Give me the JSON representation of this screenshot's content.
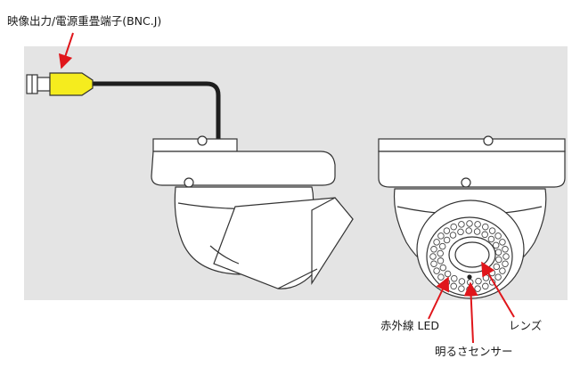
{
  "labels": {
    "bnc_connector": "映像出力/電源重畳端子(BNC.J)",
    "ir_led": "赤外線 LED",
    "lens": "レンズ",
    "light_sensor": "明るさセンサー"
  },
  "colors": {
    "background": "#ffffff",
    "shading": "#e4e4e4",
    "line": "#333333",
    "connector": "#f5ec1e",
    "pointer": "#e0161b"
  }
}
